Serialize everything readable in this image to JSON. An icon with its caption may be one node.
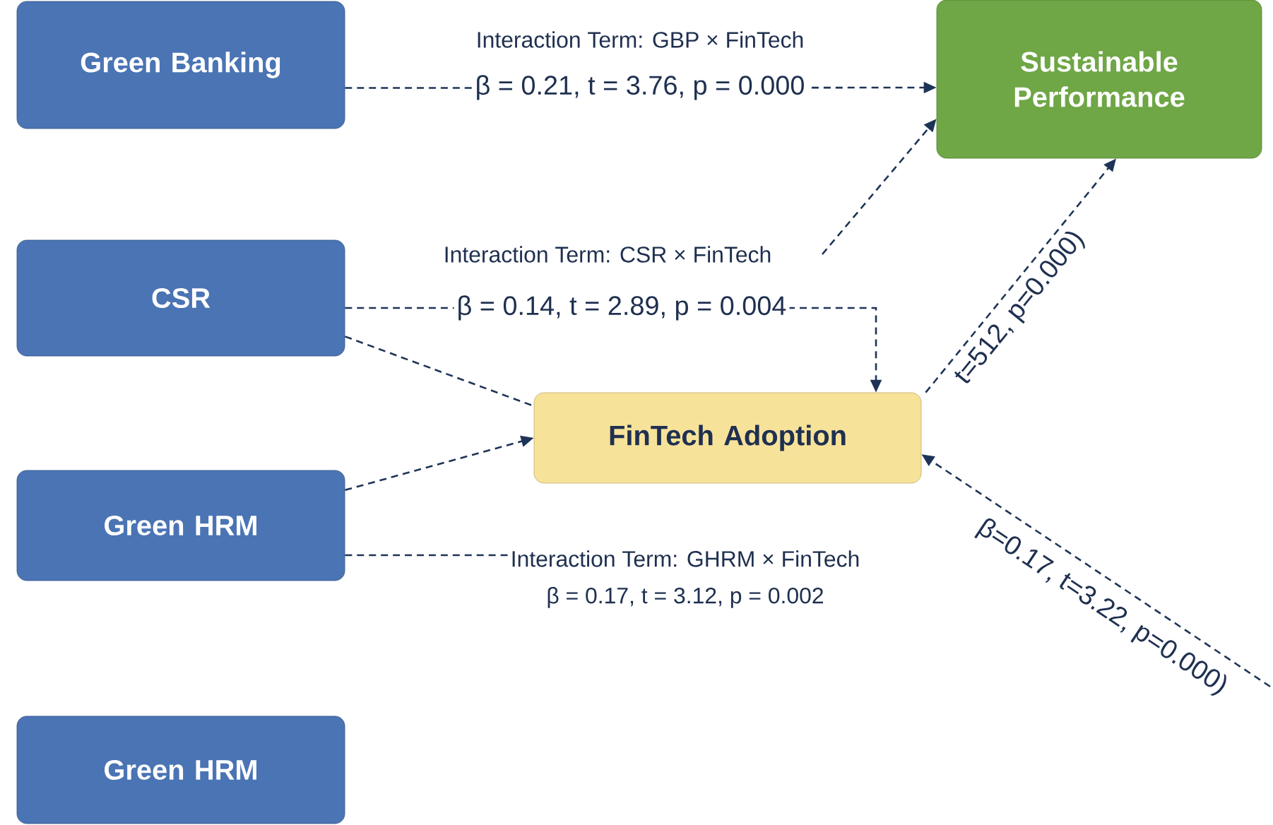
{
  "diagram": {
    "nodes": [
      {
        "text": [
          "Green Banking"
        ]
      },
      {
        "text": [
          "Sustainable Performance"
        ]
      },
      {
        "text": [
          "CSR"
        ]
      },
      {
        "text": [
          "FinTech Adoption"
        ]
      },
      {
        "text": [
          "Green HRM"
        ]
      },
      {
        "text": [
          "Green HRM"
        ]
      },
      {
        "text": [
          "Interaction Term: GHRM × FinTech",
          "β = 0.17, t = 3.12, p = 0.002"
        ]
      }
    ],
    "edges": [
      {
        "from": 0,
        "to": 1,
        "arrow": "to",
        "style": "dashed",
        "label": "β = 0.21, t = 3.76, p = 0.000"
      },
      {
        "from": null,
        "to": 1,
        "arrow": "to",
        "style": "dashed"
      },
      {
        "from": 2,
        "to": 3,
        "arrow": "none",
        "style": "dashed"
      },
      {
        "from": 2,
        "to": 3,
        "arrow": "to",
        "style": "dashed",
        "label": "β = 0.14, t = 2.89, p = 0.004"
      },
      {
        "from": 4,
        "to": 3,
        "arrow": "to",
        "style": "dashed"
      },
      {
        "from": 3,
        "to": 1,
        "arrow": "to",
        "style": "dashed",
        "label": "t=512, p=0.000)"
      },
      {
        "from": null,
        "to": 3,
        "arrow": "to",
        "style": "dashed",
        "label": "β=0.17, t=3.22, p=0.000)"
      },
      {
        "from": 4,
        "to": 6,
        "arrow": "none",
        "style": "dashed"
      }
    ],
    "labels": [
      "Interaction Term: GBP × FinTech",
      "Interaction Term: CSR × FinTech"
    ]
  }
}
